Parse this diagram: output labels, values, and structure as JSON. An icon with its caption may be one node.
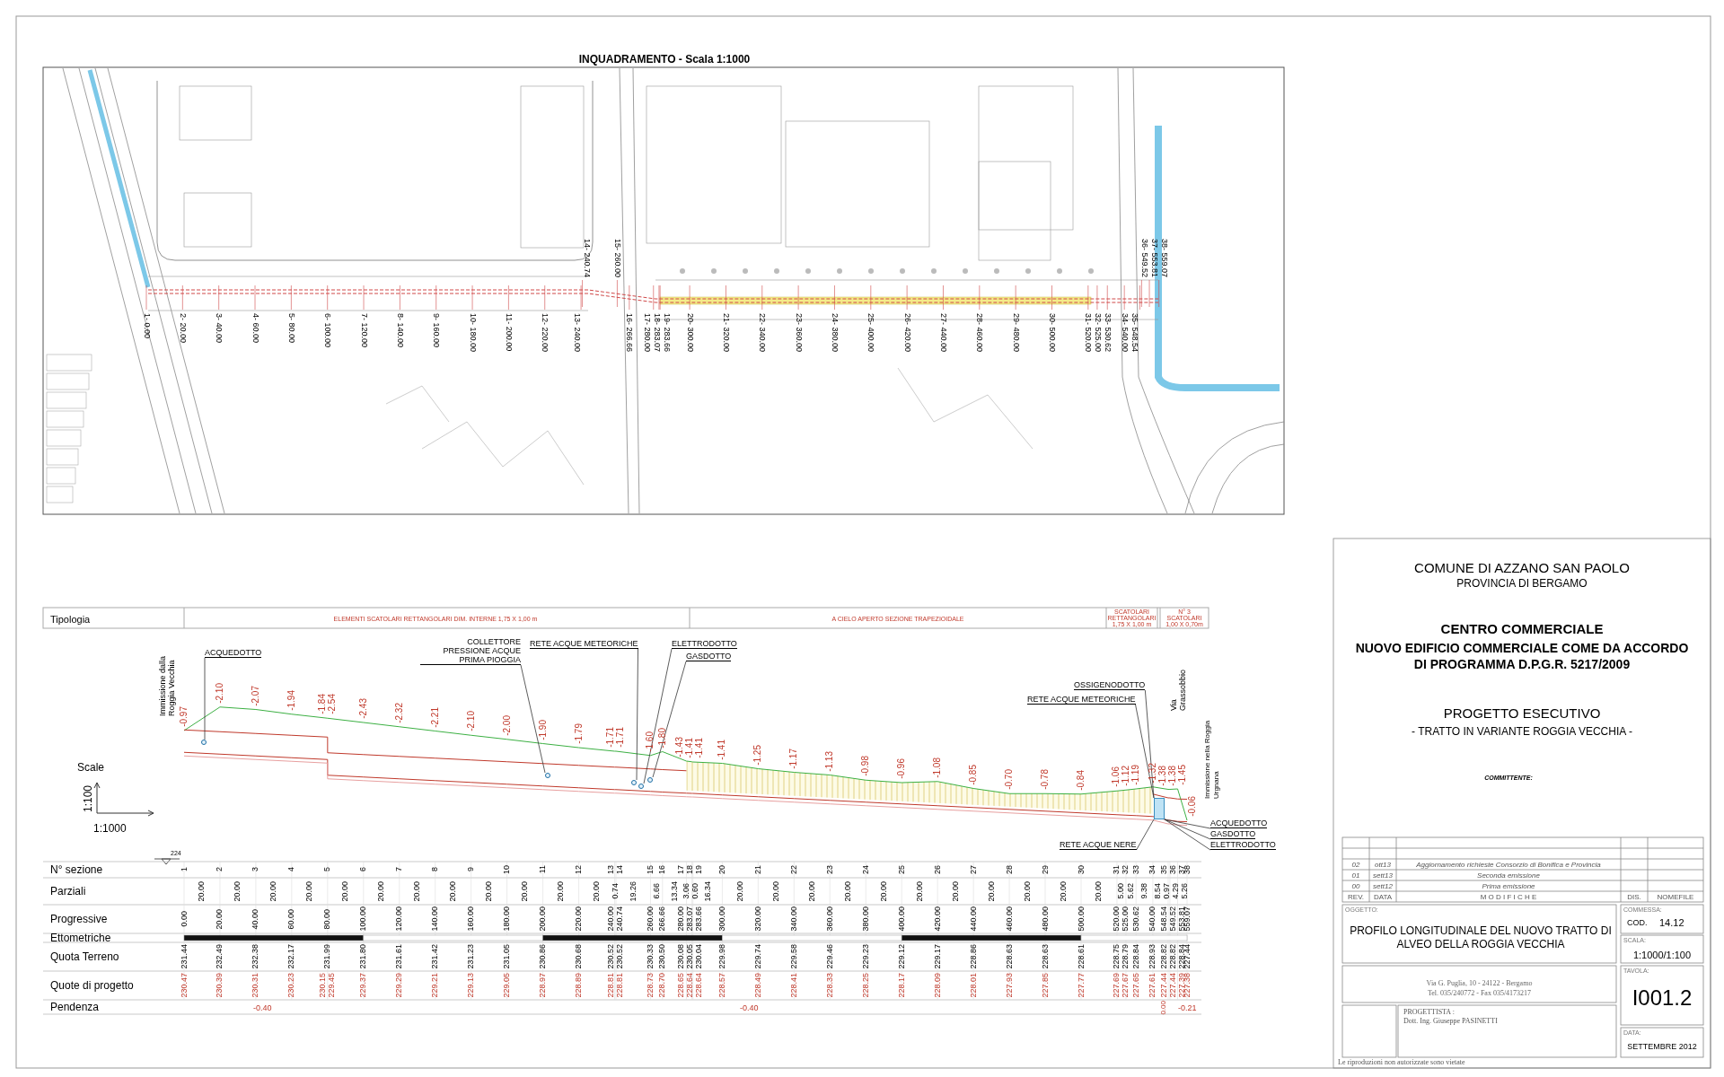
{
  "diagram": {
    "nodes": [
      {
        "text": [
          "ACQUEDOTTO"
        ]
      },
      {
        "text": [
          "COLLETTORE PRESSIONE ACQUE PRIMA PIOGGIA"
        ]
      },
      {
        "text": [
          "RETE ACQUE METEORICHE"
        ]
      },
      {
        "text": [
          "ELETTRODOTTO"
        ]
      },
      {
        "text": [
          "GASDOTTO"
        ]
      },
      {
        "text": [
          "OSSIGENODOTTO"
        ]
      },
      {
        "text": [
          "RETE ACQUE METEORICHE"
        ]
      },
      {
        "text": [
          "RETE ACQUE NERE"
        ]
      },
      {
        "text": [
          "ACQUEDOTTO"
        ]
      },
      {
        "text": [
          "GASDOTTO"
        ]
      },
      {
        "text": [
          "ELETTRODOTTO"
        ]
      },
      {
        "text": [],
        "shape": "box"
      },
      {
        "text": [],
        "shape": "circle"
      },
      {
        "text": [],
        "shape": "circle"
      },
      {
        "text": [],
        "shape": "circle"
      },
      {
        "text": [],
        "shape": "circle"
      },
      {
        "text": [],
        "shape": "circle"
      }
    ],
    "edges": [
      {
        "from": 0,
        "to": 12,
        "arrow": "none"
      },
      {
        "from": 1,
        "to": 13,
        "arrow": "none"
      },
      {
        "from": 2,
        "to": 14,
        "arrow": "none"
      },
      {
        "from": 3,
        "to": 15,
        "arrow": "none"
      },
      {
        "from": 4,
        "to": 16,
        "arrow": "none"
      },
      {
        "from": 5,
        "to": 11,
        "arrow": "none"
      },
      {
        "from": 6,
        "to": 11,
        "arrow": "none"
      },
      {
        "from": 7,
        "to": 11,
        "arrow": "none"
      },
      {
        "from": 8,
        "to": 11,
        "arrow": "none"
      },
      {
        "from": 9,
        "to": 11,
        "arrow": "none"
      },
      {
        "from": 10,
        "to": 11,
        "arrow": "none"
      }
    ],
    "labels": [
      "INQUADRAMENTO - Scala 1:1000",
      "1- 0.00",
      "2- 20.00",
      "3- 40.00",
      "4- 60.00",
      "5- 80.00",
      "6- 100.00",
      "7- 120.00",
      "8- 140.00",
      "9- 160.00",
      "10- 180.00",
      "11- 200.00",
      "12- 220.00",
      "13- 240.00",
      "14- 240.74",
      "15- 260.00",
      "16- 266.66",
      "17- 280.00",
      "18- 283.07",
      "19- 283.66",
      "20- 300.00",
      "21- 320.00",
      "22- 340.00",
      "23- 360.00",
      "24- 380.00",
      "25- 400.00",
      "26- 420.00",
      "27- 440.00",
      "28- 460.00",
      "29- 480.00",
      "30- 500.00",
      "31- 520.00",
      "32- 525.00",
      "33- 530.62",
      "34- 540.00",
      "35- 548.54",
      "36- 549.52",
      "37- 553.81",
      "38- 559.07",
      "Tipologia",
      "ELEMENTI SCATOLARI RETTANGOLARI DIM. INTERNE 1,75 X 1,00 m",
      "A CIELO APERTO SEZIONE TRAPEZIOIDALE",
      "SCATOLARI RETTANGOLARI 1,75 X 1,00 m",
      "N° 3 SCATOLARI 1,00 X 0,70m",
      "Immissione dalla Roggia Vecchia",
      "Via Grassobbio",
      "Immissione nella Roggia Urgnana",
      "-0.97",
      "-2.10",
      "-2.07",
      "-1.94",
      "-1.84",
      "-2.54",
      "-2.43",
      "-2.32",
      "-2.21",
      "-2.10",
      "-2.00",
      "-1.90",
      "-1.79",
      "-1.71",
      "-1.71",
      "-1.60",
      "-1.80",
      "-1.43",
      "-1.41",
      "-1.41",
      "-1.41",
      "-1.25",
      "-1.17",
      "-1.13",
      "-0.98",
      "-0.96",
      "-1.08",
      "-0.85",
      "-0.70",
      "-0.78",
      "-0.84",
      "-1.06",
      "-1.12",
      "-1.19",
      "-1.32",
      "-1.38",
      "-1.38",
      "-1.45",
      "-0.06",
      "Scale",
      "1:100",
      "1:1000",
      "224",
      "N° sezione",
      "1",
      "2",
      "3",
      "4",
      "5",
      "6",
      "7",
      "8",
      "9",
      "10",
      "11",
      "12",
      "13",
      "14",
      "15",
      "16",
      "17",
      "18",
      "19",
      "20",
      "21",
      "22",
      "23",
      "24",
      "25",
      "26",
      "27",
      "28",
      "29",
      "30",
      "31",
      "32",
      "33",
      "34",
      "35",
      "36",
      "37",
      "38",
      "Parziali",
      "20.00",
      "20.00",
      "20.00",
      "20.00",
      "20.00",
      "20.00",
      "20.00",
      "20.00",
      "20.00",
      "20.00",
      "20.00",
      "20.00",
      "0.74",
      "19.26",
      "6.66",
      "13.34",
      "3.06",
      "0.60",
      "16.34",
      "20.00",
      "20.00",
      "20.00",
      "20.00",
      "20.00",
      "20.00",
      "20.00",
      "20.00",
      "20.00",
      "20.00",
      "20.00",
      "5.00",
      "5.62",
      "9.38",
      "8.54",
      "0.97",
      "4.29",
      "5.26",
      "Progressive",
      "0.00",
      "20.00",
      "40.00",
      "60.00",
      "80.00",
      "100.00",
      "120.00",
      "140.00",
      "160.00",
      "180.00",
      "200.00",
      "220.00",
      "240.00",
      "240.74",
      "260.00",
      "266.66",
      "280.00",
      "283.07",
      "283.66",
      "300.00",
      "320.00",
      "340.00",
      "360.00",
      "380.00",
      "400.00",
      "420.00",
      "440.00",
      "460.00",
      "480.00",
      "500.00",
      "520.00",
      "525.00",
      "530.62",
      "540.00",
      "548.54",
      "549.52",
      "553.81",
      "559.07",
      "Ettometriche",
      "Quota Terreno",
      "231.44",
      "232.49",
      "232.38",
      "232.17",
      "231.99",
      "231.80",
      "231.61",
      "231.42",
      "231.23",
      "231.05",
      "230.86",
      "230.68",
      "230.52",
      "230.52",
      "230.33",
      "230.50",
      "230.08",
      "230.05",
      "230.04",
      "229.98",
      "229.74",
      "229.58",
      "229.46",
      "229.23",
      "229.12",
      "229.17",
      "228.86",
      "228.63",
      "228.63",
      "228.61",
      "228.75",
      "228.79",
      "228.84",
      "228.93",
      "228.82",
      "228.82",
      "228.84",
      "227.44",
      "Quote di progetto",
      "230.47",
      "230.39",
      "230.31",
      "230.23",
      "230.15",
      "229.45",
      "229.37",
      "229.29",
      "229.21",
      "229.13",
      "229.05",
      "228.97",
      "228.89",
      "228.81",
      "228.81",
      "228.73",
      "228.70",
      "228.65",
      "228.64",
      "228.64",
      "228.57",
      "228.49",
      "228.41",
      "228.33",
      "228.25",
      "228.17",
      "228.09",
      "228.01",
      "227.93",
      "227.85",
      "227.77",
      "227.69",
      "227.67",
      "227.65",
      "227.61",
      "227.44",
      "227.44",
      "227.39",
      "227.38",
      "Pendenza",
      "-0.40",
      "-0.40",
      "0.00",
      "-0.21",
      "COMUNE DI AZZANO SAN PAOLO",
      "PROVINCIA DI BERGAMO",
      "CENTRO COMMERCIALE",
      "NUOVO EDIFICIO COMMERCIALE COME DA ACCORDO DI PROGRAMMA D.P.G.R. 5217/2009",
      "PROGETTO ESECUTIVO",
      "- TRATTO IN VARIANTE ROGGIA VECCHIA -",
      "COMMITTENTE:",
      "02",
      "ott13",
      "Aggiornamento richieste Consorzio di Bonifica e Provincia",
      "01",
      "sett13",
      "Seconda emissione",
      "00",
      "sett12",
      "Prima emissione",
      "REV.",
      "DATA",
      "M O D I F I C H E",
      "DIS.",
      "NOMEFILE",
      "OGGETTO:",
      "PROFILO LONGITUDINALE DEL NUOVO TRATTO DI ALVEO DELLA ROGGIA VECCHIA",
      "COMMESSA:",
      "COD.",
      "14.12",
      "SCALA:",
      "1:1000/1:100",
      "Via G. Puglia, 10 - 24122 - Bergamo",
      "Tel. 035/240772 - Fax 035/4173217",
      "TAVOLA:",
      "I001.2",
      "PROGETTISTA :",
      "Dott. Ing. Giuseppe PASINETTI",
      "DATA:",
      "SETTEMBRE 2012",
      "Le riproduzioni non autorizzate sono vietate"
    ]
  }
}
